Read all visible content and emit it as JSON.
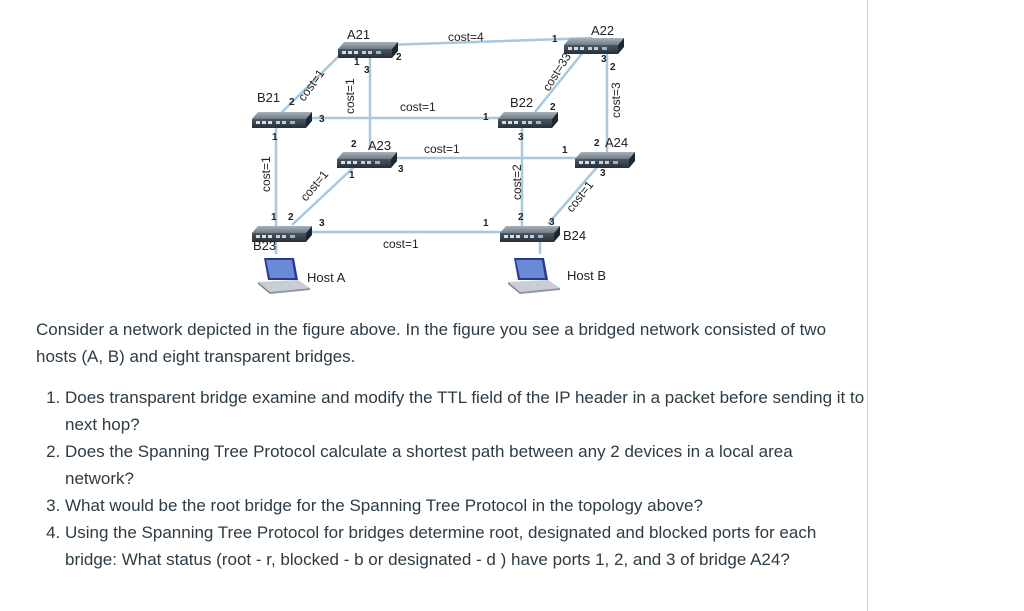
{
  "figure": {
    "bridges": {
      "A21": "A21",
      "A22": "A22",
      "A23": "A23",
      "A24": "A24",
      "B21": "B21",
      "B22": "B22",
      "B23": "B23",
      "B24": "B24"
    },
    "hosts": {
      "host_a": "Host A",
      "host_b": "Host B"
    },
    "link_costs": {
      "a21_a22": "cost=4",
      "b21_a21": "cost=1",
      "a21_a23": "cost=1",
      "a23_b22": "cost=1",
      "b22_a22": "cost=33",
      "a22_a24": "cost=3",
      "a23_a24": "cost=1",
      "b21_b23": "cost=1",
      "a23_b23": "cost=1",
      "b22_b24": "cost=2",
      "a24_b24": "cost=1",
      "b23_b24": "cost=1"
    },
    "ports": {
      "a21_p3": "3",
      "a21_p2": "2",
      "a21_p1": "1",
      "a22_p1": "1",
      "a22_p2": "2",
      "a22_p3": "3",
      "b21_p2": "2",
      "b21_p3": "3",
      "b21_p1": "1",
      "b22_p1": "1",
      "b22_p2": "2",
      "b22_p3": "3",
      "a23_p2": "2",
      "a23_p1": "1",
      "a23_p3": "3",
      "a24_p1": "1",
      "a24_p2": "2",
      "a24_p3": "3",
      "b23_p1": "1",
      "b23_p2": "2",
      "b23_p3": "3",
      "b24_p1": "1",
      "b24_p2": "2",
      "b24_p3": "3"
    }
  },
  "intro": "Consider a network depicted in the figure above. In the figure you see a bridged network consisted of two hosts (A, B) and eight transparent bridges.",
  "questions": [
    "Does transparent bridge examine and modify the TTL field of the IP header in a packet before sending it to next hop?",
    "Does the Spanning Tree Protocol calculate a shortest path between any 2 devices in a local area network?",
    "What would be the root bridge for the Spanning Tree Protocol in the topology above?",
    "Using the Spanning Tree Protocol for bridges determine root, designated and blocked ports for each bridge: What status (root - r, blocked - b or designated - d ) have ports 1, 2, and 3 of bridge A24?"
  ],
  "colors": {
    "link": "#a8c8de",
    "bridge_top": "#7f8a95",
    "bridge_body": "#3a4651",
    "text": "#2d3b45",
    "rule": "#c7cdd1"
  }
}
